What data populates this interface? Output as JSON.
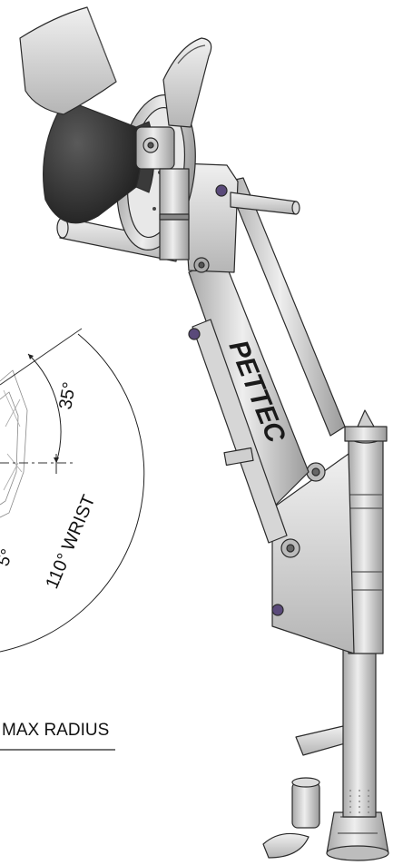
{
  "annotations": {
    "angle_35": "35°",
    "wrist_label": "110° WRIST",
    "angle_partial": "5°",
    "max_radius": "MAX RADIUS"
  },
  "brand": {
    "arm_logo": "PETTEC"
  },
  "colors": {
    "metal_light": "#e6e6e6",
    "metal_mid": "#c4c4c4",
    "metal_dark": "#8a8a8a",
    "outline": "#2a2a2a",
    "cone": "#2b2b2b",
    "bolt": "#5a4a7a"
  }
}
